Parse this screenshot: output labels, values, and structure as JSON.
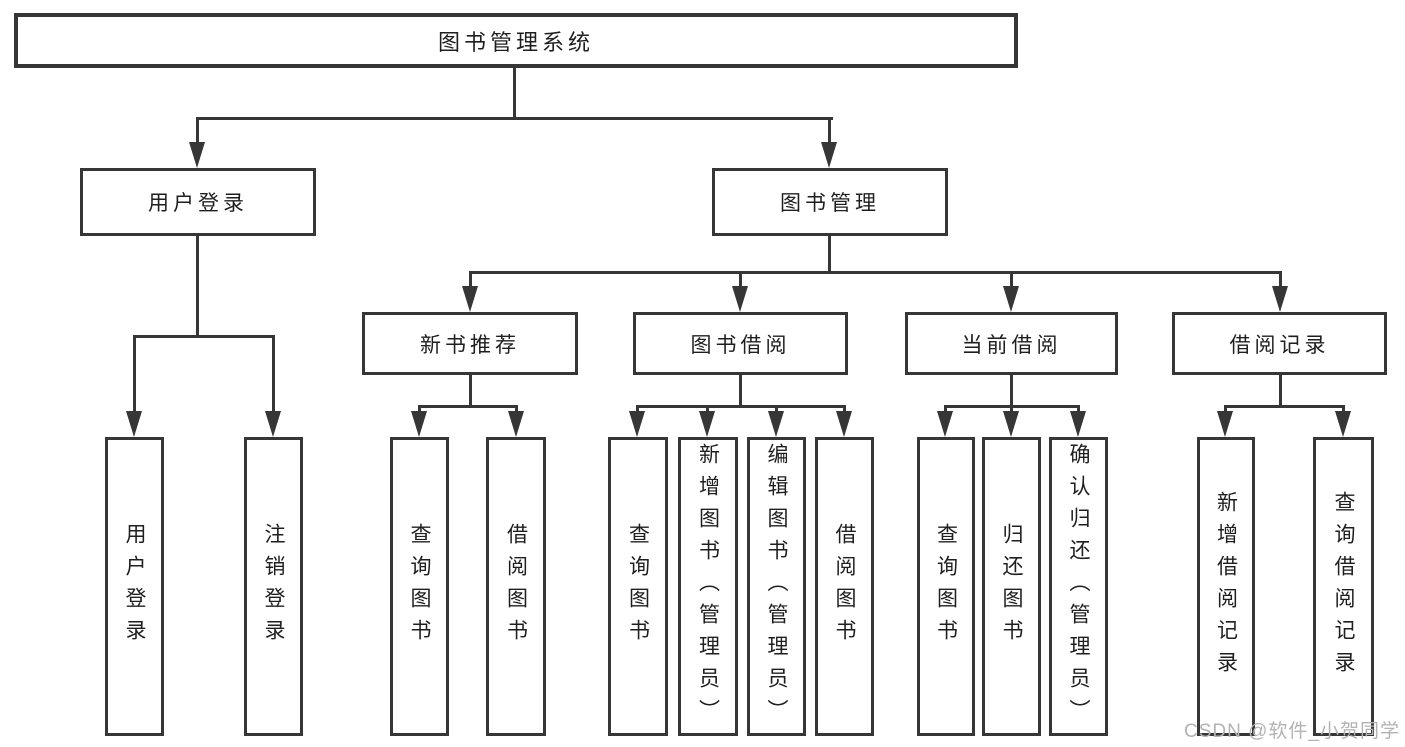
{
  "diagram": {
    "root": {
      "label": "图书管理系统"
    },
    "branches": [
      {
        "label": "用户登录",
        "children": [
          {
            "label": "用户登录"
          },
          {
            "label": "注销登录"
          }
        ]
      },
      {
        "label": "图书管理",
        "groups": [
          {
            "label": "新书推荐",
            "children": [
              {
                "label": "查询图书"
              },
              {
                "label": "借阅图书"
              }
            ]
          },
          {
            "label": "图书借阅",
            "children": [
              {
                "label": "查询图书"
              },
              {
                "label": "新增图书（管理员）"
              },
              {
                "label": "编辑图书（管理员）"
              },
              {
                "label": "借阅图书"
              }
            ]
          },
          {
            "label": "当前借阅",
            "children": [
              {
                "label": "查询图书"
              },
              {
                "label": "归还图书"
              },
              {
                "label": "确认归还（管理员）"
              }
            ]
          },
          {
            "label": "借阅记录",
            "children": [
              {
                "label": "新增借阅记录"
              },
              {
                "label": "查询借阅记录"
              }
            ]
          }
        ]
      }
    ]
  },
  "watermark": {
    "text": "CSDN @软件_小贺同学"
  },
  "colors": {
    "line": "#363636",
    "text": "#1f1f1f",
    "background": "#ffffff",
    "watermark": "#b3b3b3"
  }
}
